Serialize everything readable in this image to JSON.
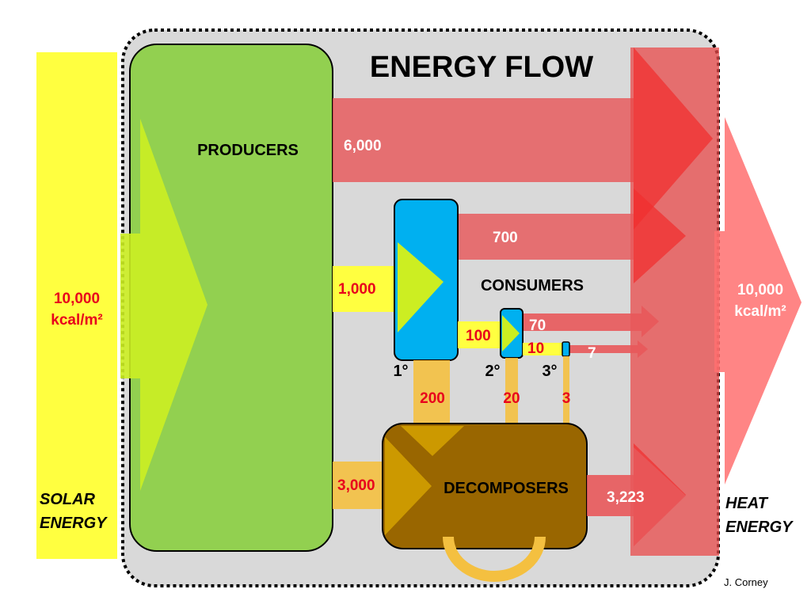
{
  "diagram": {
    "title": "ENERGY FLOW",
    "credit": "J. Corney",
    "colors": {
      "background_panel": "#d9d9d9",
      "solar": "#ffff40",
      "producers": "#92d050",
      "consumers": "#00b0f0",
      "decomposers": "#996600",
      "heat": "#f08080",
      "heat_arrow": "#e84a4a",
      "decomposer_flow": "#f4c040",
      "value_red": "#e8001c"
    },
    "solar": {
      "label_line1": "SOLAR",
      "label_line2": "ENERGY",
      "value_line1": "10,000",
      "value_line2": "kcal/m²"
    },
    "producers": {
      "label": "PRODUCERS"
    },
    "consumers": {
      "label": "CONSUMERS",
      "levels": [
        "1°",
        "2°",
        "3°"
      ]
    },
    "decomposers": {
      "label": "DECOMPOSERS"
    },
    "heat": {
      "label_line1": "HEAT",
      "label_line2": "ENERGY",
      "value_line1": "10,000",
      "value_line2": "kcal/m²"
    },
    "flows": {
      "producers_heat": "6,000",
      "producers_to_primary": "1,000",
      "primary_heat": "700",
      "primary_to_secondary": "100",
      "secondary_heat": "70",
      "secondary_to_tertiary": "10",
      "tertiary_heat": "7",
      "primary_to_decomposers": "200",
      "secondary_to_decomposers": "20",
      "tertiary_to_decomposers": "3",
      "producers_to_decomposers": "3,000",
      "decomposers_heat": "3,223"
    }
  }
}
